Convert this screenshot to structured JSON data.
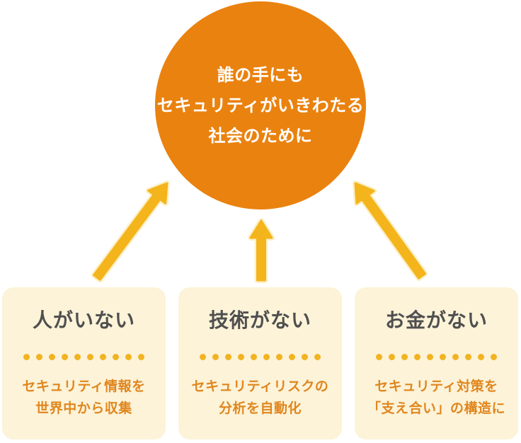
{
  "diagram": {
    "goal_circle": {
      "lines": [
        "誰の手にも",
        "セキュリティがいきわたる",
        "社会のために"
      ]
    },
    "cards": [
      {
        "title": "人がいない",
        "body_lines": [
          "セキュリティ情報を",
          "世界中から収集"
        ]
      },
      {
        "title": "技術がない",
        "body_lines": [
          "セキュリティリスクの",
          "分析を自動化"
        ]
      },
      {
        "title": "お金がない",
        "body_lines": [
          "セキュリティ対策を",
          "「支え合い」の構造に"
        ]
      }
    ],
    "dots_per_divider": 10,
    "colors": {
      "circle": "#EA820F",
      "arrow": "#F4B41C",
      "arrow_outline": "#FBF0C8",
      "card_bg": "#FCF3D8",
      "card_title": "#4F4F4F",
      "card_body": "#E0861E",
      "dot": "#F2B322"
    }
  }
}
